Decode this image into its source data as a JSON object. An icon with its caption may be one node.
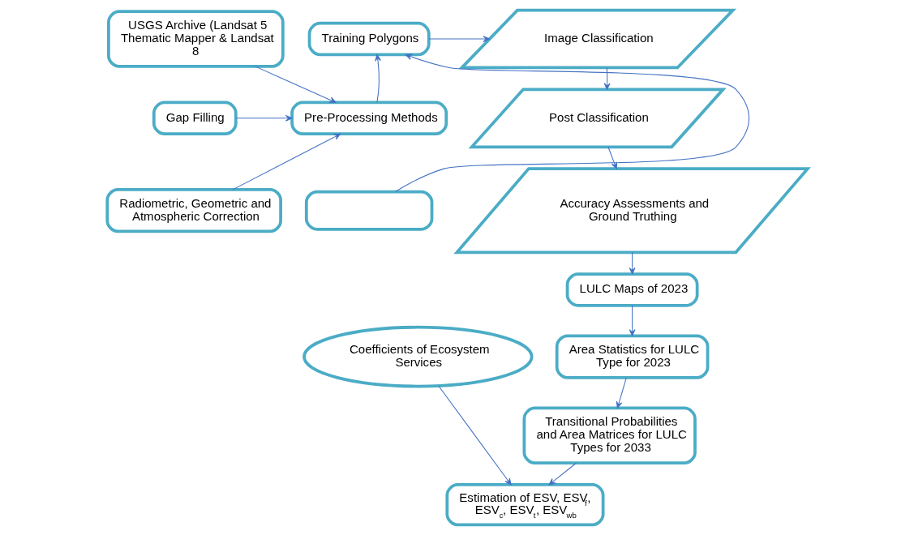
{
  "diagram": {
    "nodes": [
      {
        "text": [
          "USGS Archive (Landsat 5 Thematic Mapper & Landsat 8"
        ]
      },
      {
        "text": [
          "Gap Filling"
        ]
      },
      {
        "text": [
          "Radiometric, Geometric and Atmospheric Correction"
        ]
      },
      {
        "text": [
          "Training Polygons"
        ]
      },
      {
        "text": [
          "Pre-Processing Methods"
        ]
      },
      {
        "text": [],
        "shape": "box"
      },
      {
        "text": [
          "Image Classification"
        ]
      },
      {
        "text": [
          "Post Classification"
        ]
      },
      {
        "text": [
          "Accuracy Assessments and Ground Truthing"
        ]
      },
      {
        "text": [
          "LULC Maps of 2023"
        ]
      },
      {
        "text": [
          "Area Statistics for LULC Type for 2023"
        ]
      },
      {
        "text": [
          "Transitional Probabilities and Area Matrices for LULC Types for 2033"
        ]
      },
      {
        "text": [
          "Coefficients of Ecosystem Services"
        ]
      },
      {
        "text": [
          "Estimation of ESV, ESV$_{f}$, ESV$_{c}$, ESV$_{t}$, ESV$_{wb}$"
        ]
      }
    ],
    "edges": [
      {
        "from": 0,
        "to": 4,
        "arrow": "to"
      },
      {
        "from": 1,
        "to": 4,
        "arrow": "to"
      },
      {
        "from": 2,
        "to": 4,
        "arrow": "to"
      },
      {
        "from": 4,
        "to": 3,
        "arrow": "to"
      },
      {
        "from": 5,
        "to": 3,
        "arrow": "to"
      },
      {
        "from": 3,
        "to": 6,
        "arrow": "to"
      },
      {
        "from": 6,
        "to": 7,
        "arrow": "to"
      },
      {
        "from": 7,
        "to": 8,
        "arrow": "to"
      },
      {
        "from": 8,
        "to": 9,
        "arrow": "to"
      },
      {
        "from": 9,
        "to": 10,
        "arrow": "to"
      },
      {
        "from": 10,
        "to": 11,
        "arrow": "to"
      },
      {
        "from": 11,
        "to": 13,
        "arrow": "to"
      },
      {
        "from": 12,
        "to": 13,
        "arrow": "to"
      }
    ]
  }
}
